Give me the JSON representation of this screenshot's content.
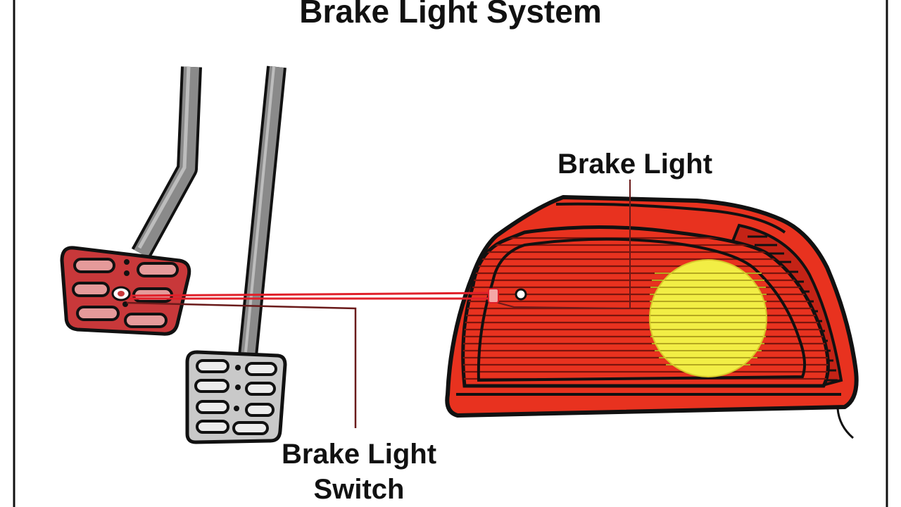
{
  "title": "Brake Light System",
  "labels": {
    "brake_light": "Brake Light",
    "switch_line1": "Brake Light",
    "switch_line2": "Switch"
  },
  "colors": {
    "outline": "#111111",
    "lamp_red": "#e8321f",
    "lamp_red_dark": "#b81d12",
    "bulb_yellow": "#f2ee45",
    "brake_pedal": "#c8383a",
    "clutch_pedal": "#c9c9c9",
    "pedal_arm": "#8a8a8a",
    "wire_red": "#e0202a",
    "leader_dark": "#6a1a1a"
  },
  "icons": [
    "brake-pedal-icon",
    "clutch-pedal-icon",
    "tail-light-icon",
    "bulb-icon"
  ]
}
